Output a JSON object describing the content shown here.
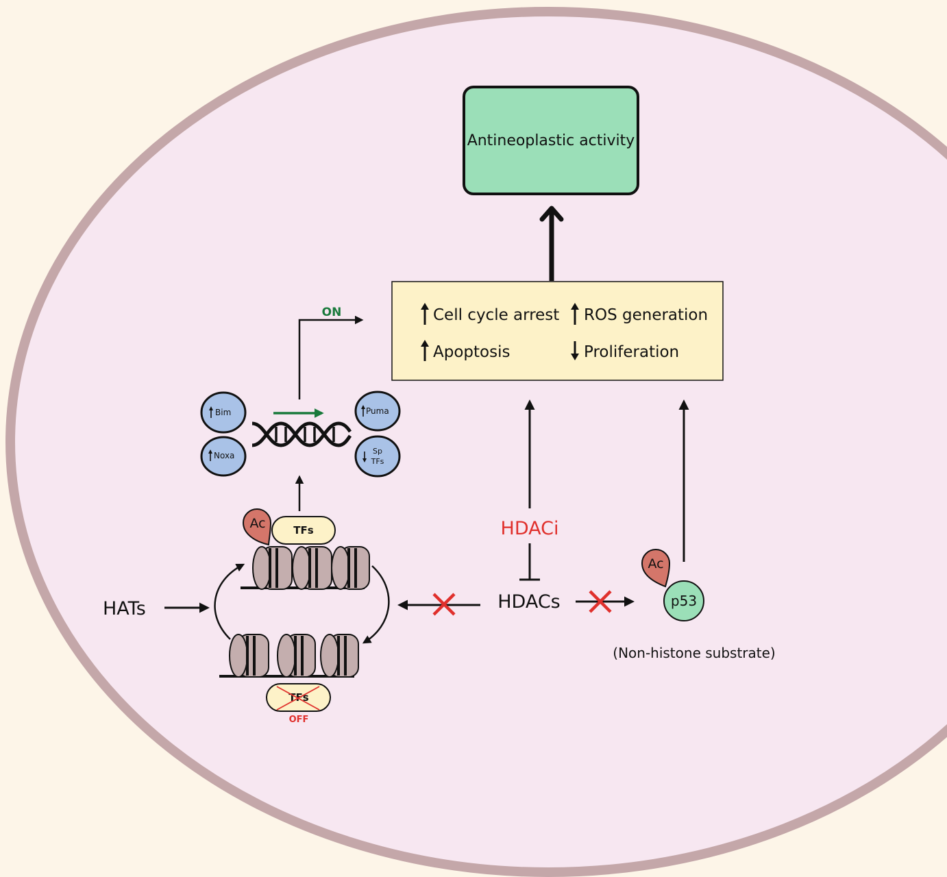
{
  "colors": {
    "page_background": "#fdf5e8",
    "cell_fill": "#f7e7f1",
    "cell_border": "#c4a7a9",
    "antineoplastic_fill": "#9bdfb8",
    "effects_box_fill": "#fdf2c8",
    "gene_circle_fill": "#a9c2e7",
    "tf_pill_fill": "#fdf2c8",
    "acetyl_tag_fill": "#d4766a",
    "p53_fill": "#9bdfb8",
    "on_green": "#1a7a3c",
    "inhibitor_red": "#e0302c",
    "nucleosome_fill": "#c4aeae"
  },
  "outcome": {
    "label": "Antineoplastic activity"
  },
  "effects": {
    "cell_cycle_arrest": "Cell cycle arrest",
    "ros_generation": "ROS generation",
    "apoptosis": "Apoptosis",
    "proliferation": "Proliferation"
  },
  "genes": {
    "bim": "Bim",
    "noxa": "Noxa",
    "puma": "Puma",
    "sp_line1": "Sp",
    "sp_line2": "TFs"
  },
  "labels": {
    "on": "ON",
    "off": "OFF",
    "hats": "HATs",
    "hdacs": "HDACs",
    "hdaci": "HDACi",
    "tfs_active": "TFs",
    "tfs_inactive": "TFs",
    "acetyl_histone": "Ac",
    "acetyl_p53": "Ac",
    "p53": "p53",
    "non_histone": "(Non-histone substrate)"
  },
  "icons": {
    "up_arrow": "up-arrow-icon",
    "down_arrow": "down-arrow-icon",
    "dna": "dna-helix-icon",
    "nucleosome": "nucleosome-icon",
    "block_cross": "x-mark-icon"
  }
}
